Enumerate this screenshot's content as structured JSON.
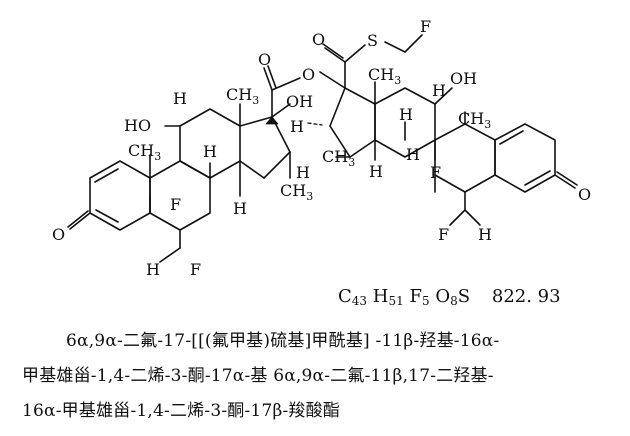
{
  "structure": {
    "atom_labels": {
      "O_carbonyl_left": "O",
      "O_carbonyl_right": "O",
      "O_ester_carbonyl": "O",
      "O_ester_bridge": "O",
      "O_thioester_carbonyl": "O",
      "S": "S",
      "F_fluoromethyl": "F",
      "F_left_9": "F",
      "F_left_6": "F",
      "F_right_9": "F",
      "F_right_6": "F",
      "HO_left_11": "HO",
      "OH_left_17": "OH",
      "OH_right_11": "OH",
      "H_label": "H",
      "CH3_label": "CH",
      "CH3_sub": "3"
    }
  },
  "formula": {
    "c": "C",
    "c_count": "43",
    "h": "H",
    "h_count": "51",
    "f": "F",
    "f_count": "5",
    "o": "O",
    "o_count": "8",
    "s": "S",
    "molecular_weight": "822. 93"
  },
  "name_lines": [
    "6α,9α-二氟-17-[[(氟甲基)硫基]甲酰基] -11β-羟基-16α-",
    "甲基雄甾-1,4-二烯-3-酮-17α-基 6α,9α-二氟-11β,17-二羟基-",
    "16α-甲基雄甾-1,4-二烯-3-酮-17β-羧酸酯"
  ]
}
